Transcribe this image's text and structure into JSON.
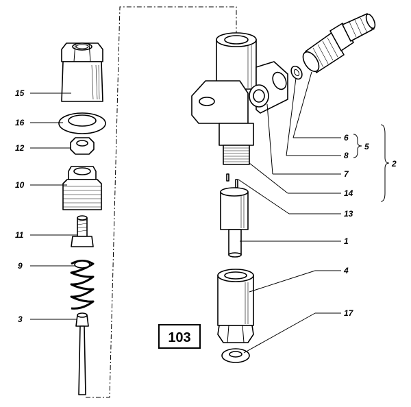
{
  "figure_number": "103",
  "labels": [
    {
      "id": "15",
      "text": "15"
    },
    {
      "id": "16",
      "text": "16"
    },
    {
      "id": "12",
      "text": "12"
    },
    {
      "id": "10",
      "text": "10"
    },
    {
      "id": "11",
      "text": "11"
    },
    {
      "id": "9",
      "text": "9"
    },
    {
      "id": "3",
      "text": "3"
    },
    {
      "id": "6",
      "text": "6"
    },
    {
      "id": "8",
      "text": "8"
    },
    {
      "id": "7",
      "text": "7"
    },
    {
      "id": "14",
      "text": "14"
    },
    {
      "id": "13",
      "text": "13"
    },
    {
      "id": "1",
      "text": "1"
    },
    {
      "id": "4",
      "text": "4"
    },
    {
      "id": "17",
      "text": "17"
    },
    {
      "id": "5",
      "text": "5"
    },
    {
      "id": "2",
      "text": "2"
    }
  ]
}
